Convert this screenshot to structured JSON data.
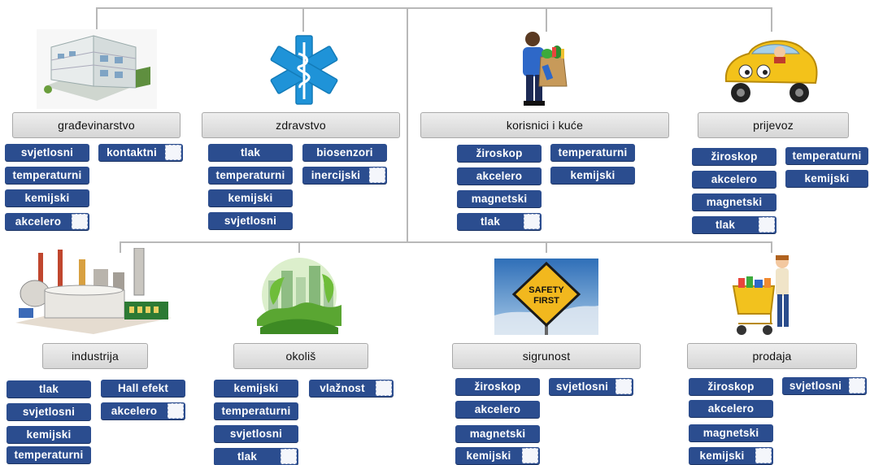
{
  "sectors": {
    "gradevinarstvo": {
      "title": "građevinarstvo",
      "icon": "building-icon",
      "sensors": [
        "svjetlosni",
        "temperaturni",
        "kemijski",
        "akcelero",
        "kontaktni"
      ]
    },
    "zdravstvo": {
      "title": "zdravstvo",
      "icon": "star-of-life-icon",
      "sensors": [
        "tlak",
        "temperaturni",
        "kemijski",
        "svjetlosni",
        "biosenzori",
        "inercijski"
      ]
    },
    "korisnici": {
      "title": "korisnici i kuće",
      "icon": "shopper-with-groceries-icon",
      "sensors": [
        "žiroskop",
        "akcelero",
        "magnetski",
        "tlak",
        "temperaturni",
        "kemijski"
      ]
    },
    "prijevoz": {
      "title": "prijevoz",
      "icon": "yellow-car-icon",
      "sensors": [
        "žiroskop",
        "akcelero",
        "magnetski",
        "tlak",
        "temperaturni",
        "kemijski"
      ]
    },
    "industrija": {
      "title": "industrija",
      "icon": "factory-icon",
      "sensors": [
        "tlak",
        "svjetlosni",
        "kemijski",
        "temperaturni",
        "Hall efekt",
        "akcelero"
      ]
    },
    "okolis": {
      "title": "okoliš",
      "icon": "green-city-icon",
      "sensors": [
        "kemijski",
        "temperaturni",
        "svjetlosni",
        "tlak",
        "vlažnost"
      ]
    },
    "sigurnost": {
      "title": "sigrunost",
      "icon": "safety-sign-icon",
      "sign_text": [
        "SAFETY",
        "FIRST"
      ],
      "sensors": [
        "žiroskop",
        "akcelero",
        "magnetski",
        "kemijski",
        "svjetlosni"
      ]
    },
    "prodaja": {
      "title": "prodaja",
      "icon": "shopping-cart-icon",
      "sensors": [
        "žiroskop",
        "akcelero",
        "magnetski",
        "kemijski",
        "svjetlosni"
      ]
    }
  },
  "colors": {
    "tag": "#2b4d8f",
    "header": "#dedede",
    "connector": "#b8b8b8"
  }
}
